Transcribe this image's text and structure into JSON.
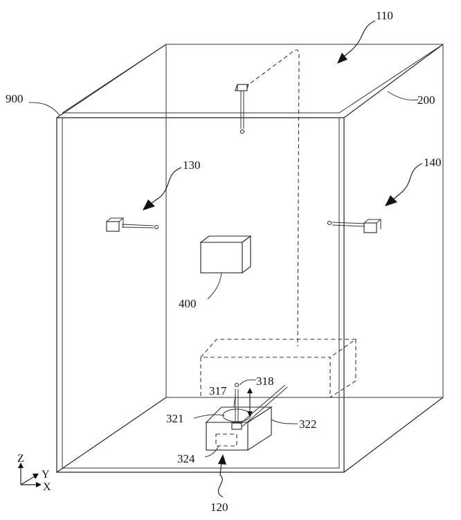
{
  "labels": {
    "l110": "110",
    "l900": "900",
    "l200": "200",
    "l130": "130",
    "l140": "140",
    "l400": "400",
    "l318": "318",
    "l317": "317",
    "l321": "321",
    "l322": "322",
    "l324": "324",
    "l120": "120"
  },
  "axes": {
    "z": "Z",
    "y": "Y",
    "x": "X"
  }
}
